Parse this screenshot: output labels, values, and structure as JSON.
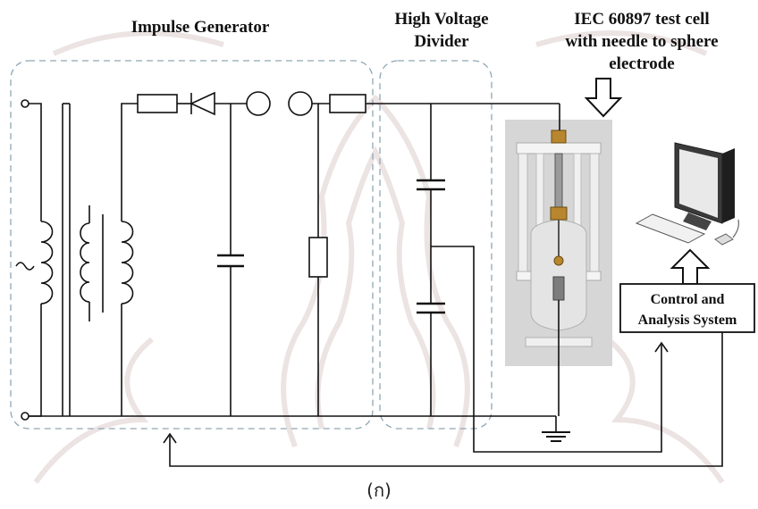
{
  "labels": {
    "impulse_generator": "Impulse Generator",
    "hv_divider_line1": "High Voltage",
    "hv_divider_line2": "Divider",
    "test_cell_line1": "IEC 60897 test cell",
    "test_cell_line2": "with needle to sphere",
    "test_cell_line3": "electrode",
    "control_line1": "Control and",
    "control_line2": "Analysis System",
    "caption": "(ก)"
  },
  "colors": {
    "wire": "#111111",
    "dashed_box": "#8fa6b4",
    "watermark": "#ece3e3",
    "photo_background": "#d6d6d6"
  },
  "icons": {
    "hollow_arrow": "arrow-down-outline-icon",
    "computer": "desktop-computer-icon",
    "ground": "ground-symbol-icon"
  }
}
